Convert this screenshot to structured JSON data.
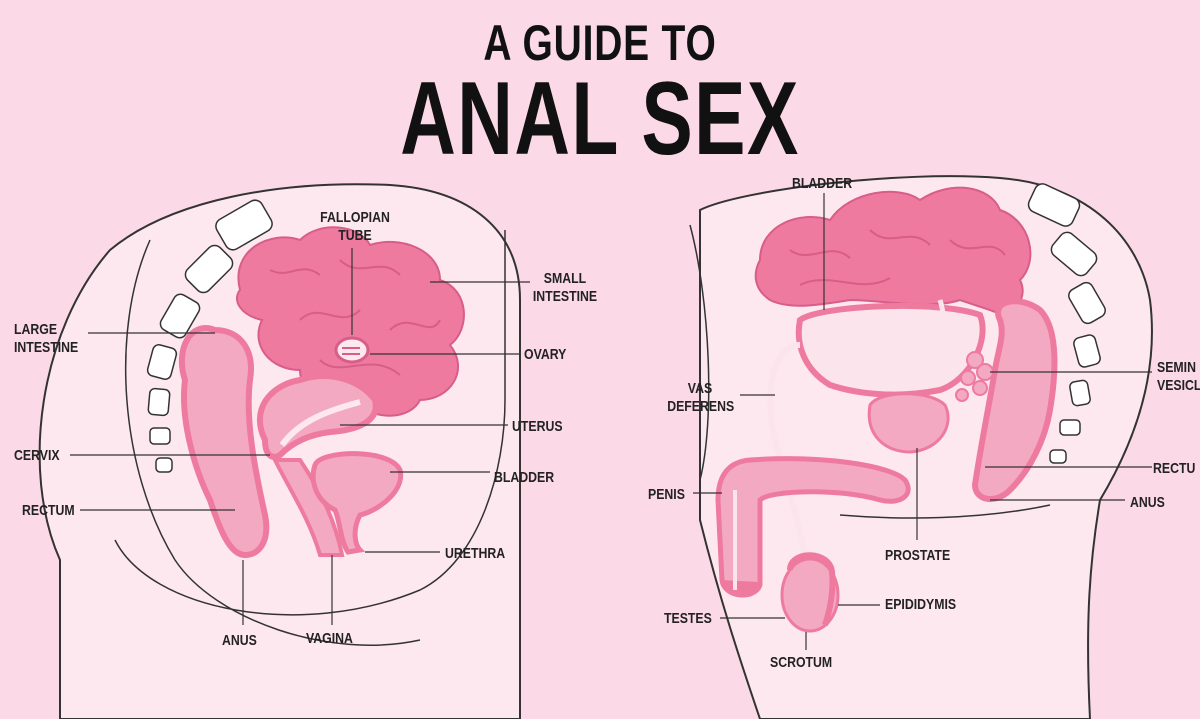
{
  "title": {
    "line1": "A GUIDE TO",
    "line2": "ANAL SEX"
  },
  "colors": {
    "background": "#fbd9e6",
    "organ_dark": "#ee7aa0",
    "organ_mid": "#f4a9c2",
    "organ_light": "#fbe4ec",
    "outline": "#333333"
  },
  "female": {
    "fallopian_tube": "FALLOPIAN\nTUBE",
    "small_intestine": "SMALL\nINTESTINE",
    "large_intestine": "LARGE\nINTESTINE",
    "ovary": "OVARY",
    "uterus": "UTERUS",
    "cervix": "CERVIX",
    "bladder": "BLADDER",
    "rectum": "RECTUM",
    "urethra": "URETHRA",
    "anus": "ANUS",
    "vagina": "VAGINA"
  },
  "male": {
    "bladder": "BLADDER",
    "seminal_vesicle": "SEMIN\nVESICL",
    "vas_deferens": "VAS\nDEFERENS",
    "rectum": "RECTU",
    "penis": "PENIS",
    "anus": "ANUS",
    "prostate": "PROSTATE",
    "epididymis": "EPIDIDYMIS",
    "testes": "TESTES",
    "scrotum": "SCROTUM"
  }
}
